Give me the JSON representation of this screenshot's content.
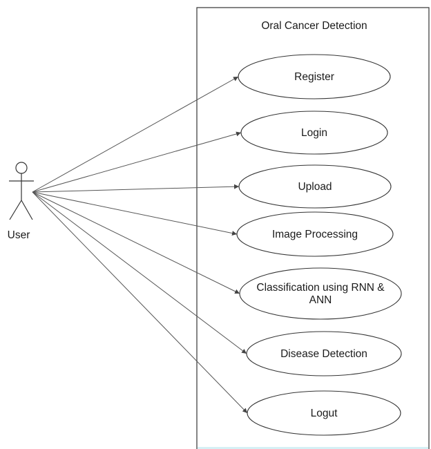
{
  "system": {
    "title": "Oral Cancer Detection"
  },
  "actor": {
    "label": "User"
  },
  "use_cases": [
    {
      "id": "register",
      "lines": [
        "Register"
      ]
    },
    {
      "id": "login",
      "lines": [
        "Login"
      ]
    },
    {
      "id": "upload",
      "lines": [
        "Upload"
      ]
    },
    {
      "id": "image-processing",
      "lines": [
        "Image Processing"
      ]
    },
    {
      "id": "classification",
      "lines": [
        "Classification using RNN &",
        "ANN"
      ]
    },
    {
      "id": "disease-detection",
      "lines": [
        "Disease Detection"
      ]
    },
    {
      "id": "logout",
      "lines": [
        "Logut"
      ]
    }
  ],
  "colors": {
    "line": "#555555",
    "shape_stroke": "#333333",
    "accent_edge": "#d6f0f5"
  }
}
